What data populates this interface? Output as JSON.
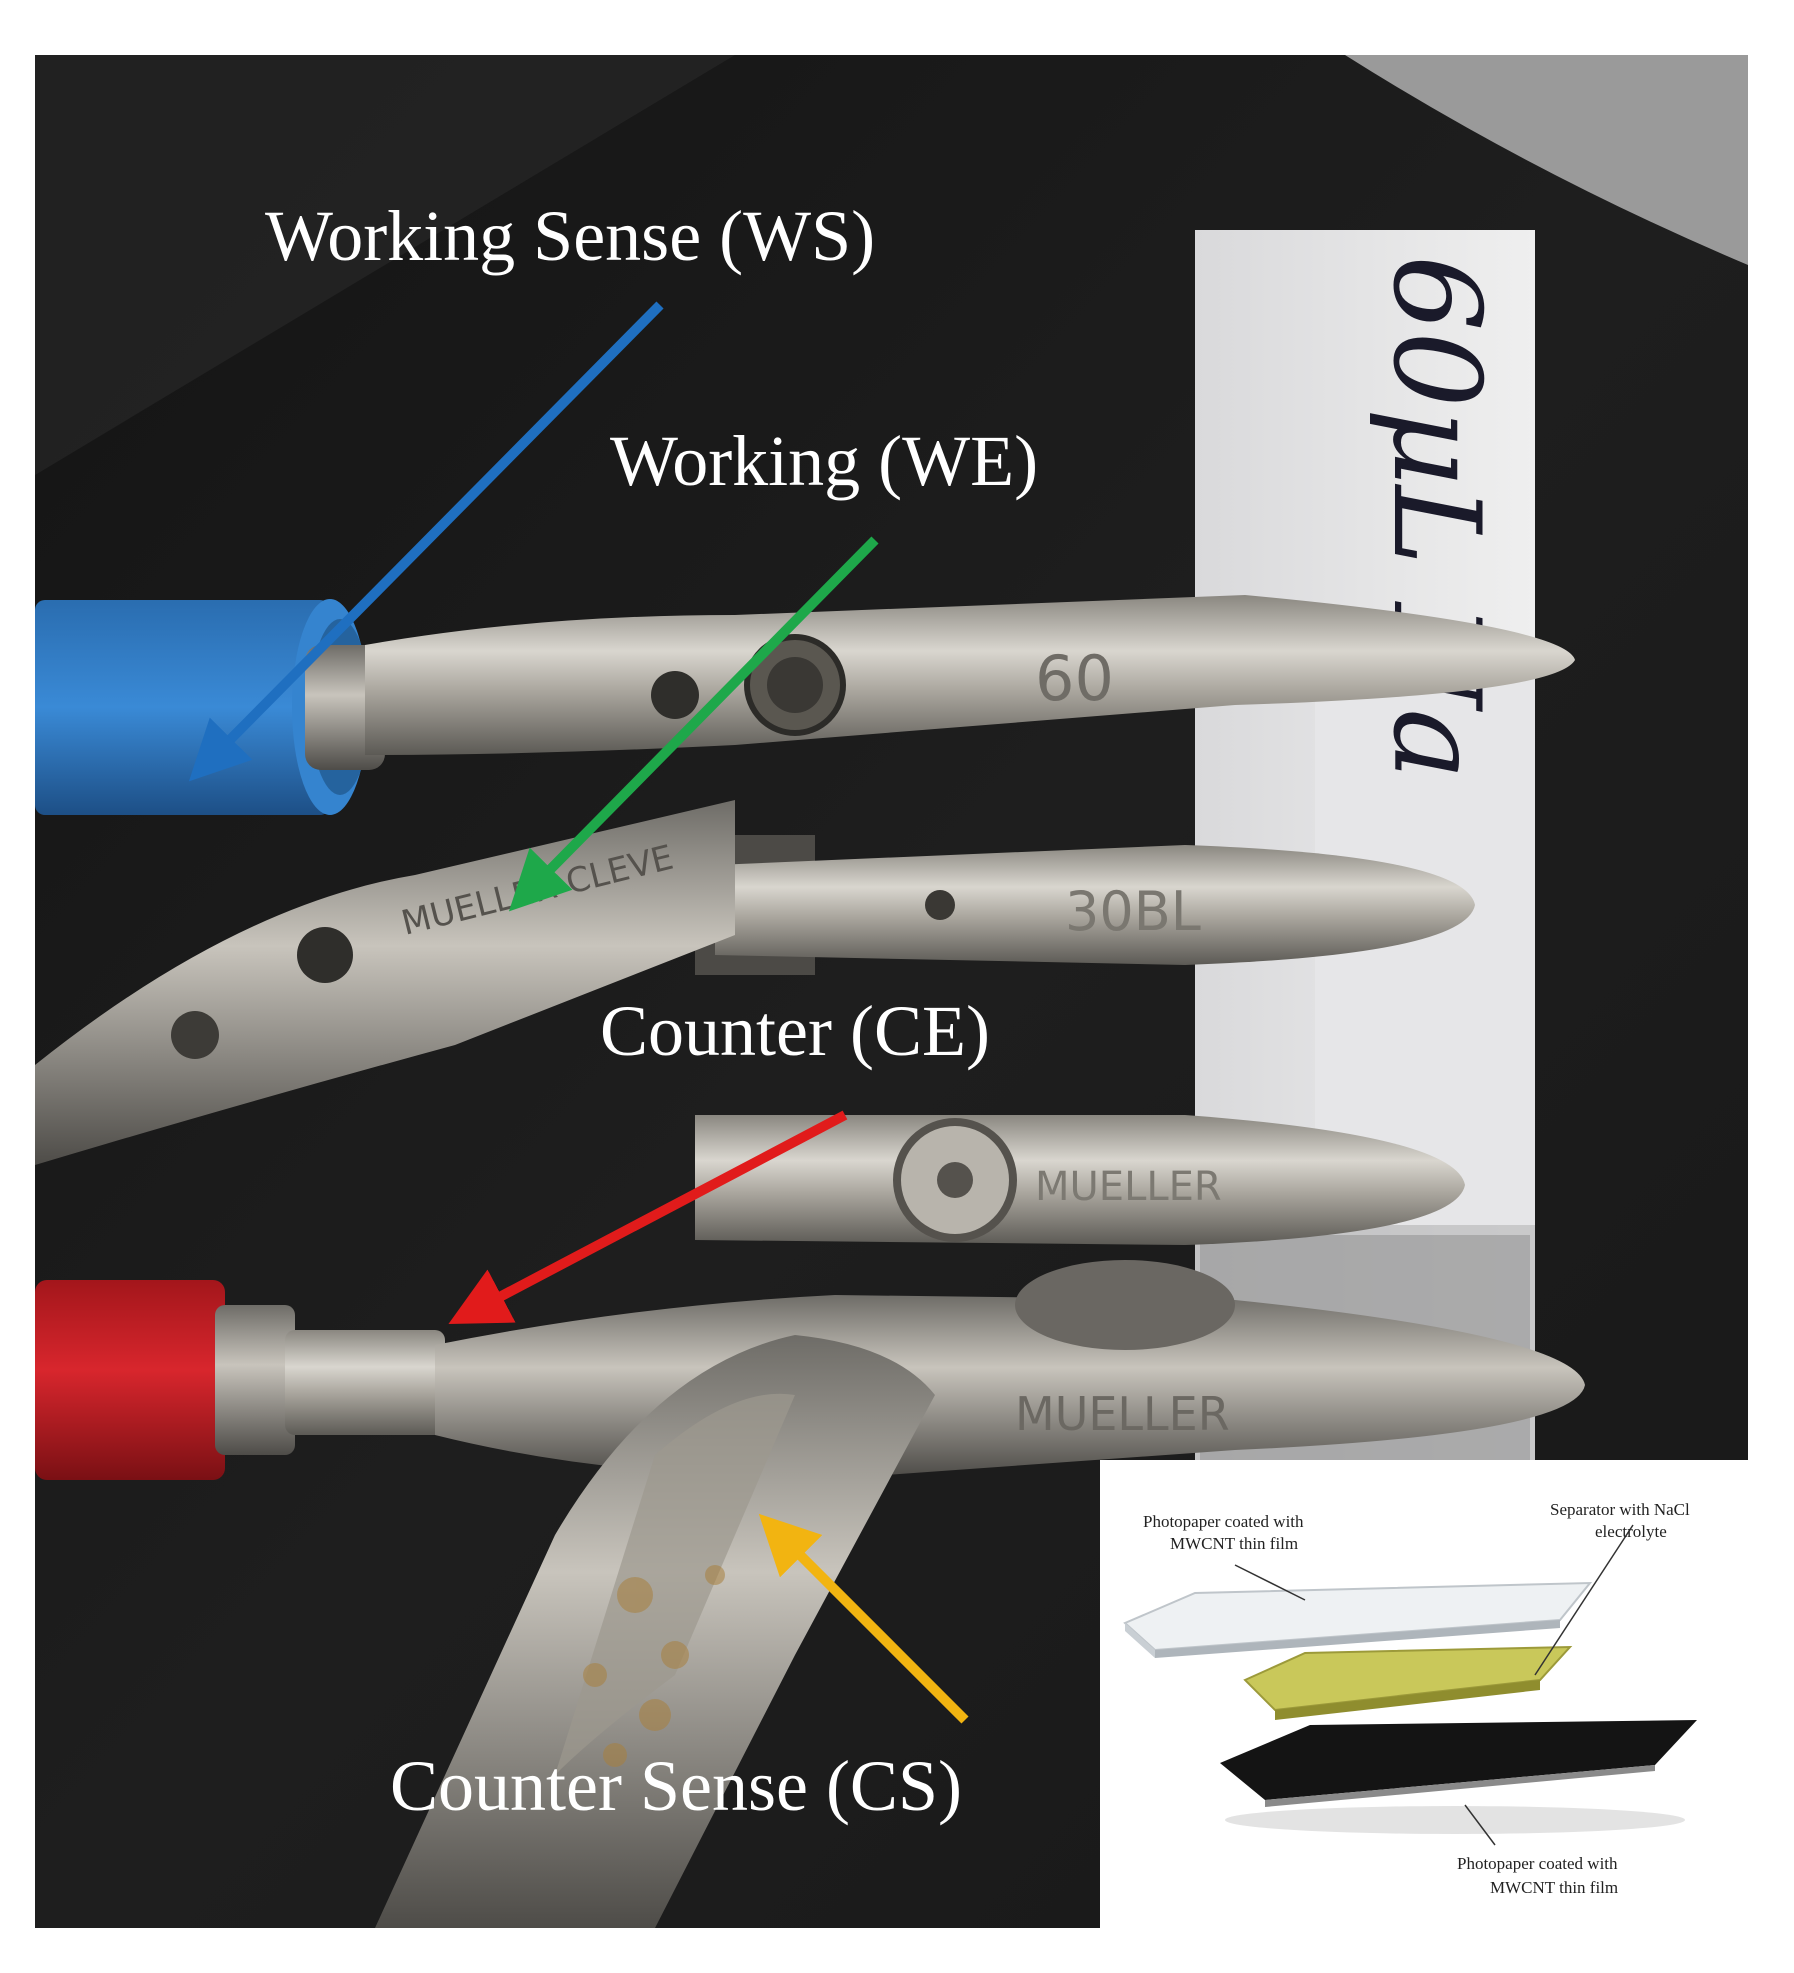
{
  "labels": {
    "ws": "Working Sense (WS)",
    "we": "Working (WE)",
    "ce": "Counter (CE)",
    "cs": "Counter Sense (CS)"
  },
  "clip_stamps": {
    "clip_top": "60",
    "clip_mid": "30BL",
    "clip_ce": "MUELLER",
    "clip_big": "MUELLER",
    "clip_we_body": "MUELLER CLEVE"
  },
  "handwriting": "60μL Na",
  "inset": {
    "top_left_line1": "Photopaper coated with",
    "top_left_line2": "MWCNT thin film",
    "top_right_line1": "Separator with NaCl",
    "top_right_line2": "electrolyte",
    "bottom_line1": "Photopaper coated with",
    "bottom_line2": "MWCNT thin film"
  },
  "colors": {
    "ws_arrow": "#1f6fc0",
    "we_arrow": "#1ea84a",
    "ce_arrow": "#e11b1b",
    "cs_arrow": "#f2b411",
    "blue_sleeve": "#2f7fc8",
    "red_sleeve": "#c81e24",
    "separator": "#c9c85a"
  }
}
